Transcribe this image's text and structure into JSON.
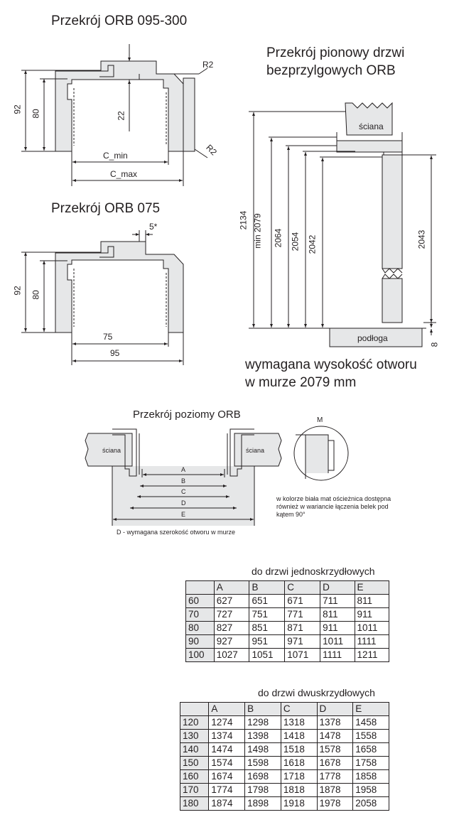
{
  "titles": {
    "orb095": "Przekrój ORB 095-300",
    "orb075": "Przekrój ORB 075",
    "vertical_line1": "Przekrój pionowy drzwi",
    "vertical_line2": "bezprzylgowych ORB",
    "horizontal": "Przekrój poziomy ORB"
  },
  "orb095": {
    "d92": "92",
    "d80": "80",
    "d22": "22",
    "r2a": "R2",
    "r2b": "R2",
    "cmin": "C_min",
    "cmax": "C_max"
  },
  "orb075": {
    "d92": "92",
    "d80": "80",
    "d5": "5*",
    "d75": "75",
    "d95": "95"
  },
  "vertical": {
    "wall": "ściana",
    "floor": "podłoga",
    "d2134": "2134",
    "d2079": "min 2079",
    "d2064": "2064",
    "d2054": "2054",
    "d2042": "2042",
    "d2043": "2043",
    "d8": "8",
    "required_line1": "wymagana wysokość otworu",
    "required_line2": "w murze 2079 mm"
  },
  "horizontal": {
    "wall_left": "ściana",
    "wall_right": "ściana",
    "A": "A",
    "B": "B",
    "C": "C",
    "D": "D",
    "E": "E",
    "note_d": "D - wymagana szerokość otworu w murze",
    "detail_label": "M",
    "note_line1": "w kolorze biała mat ościeżnica dostępna",
    "note_line2": "również w wariancie łączenia belek pod",
    "note_line3": "kątem 90°"
  },
  "single": {
    "caption": "do drzwi jednoskrzydłowych",
    "header": [
      "",
      "A",
      "B",
      "C",
      "D",
      "E"
    ],
    "rows": [
      [
        "60",
        "627",
        "651",
        "671",
        "711",
        "811"
      ],
      [
        "70",
        "727",
        "751",
        "771",
        "811",
        "911"
      ],
      [
        "80",
        "827",
        "851",
        "871",
        "911",
        "1011"
      ],
      [
        "90",
        "927",
        "951",
        "971",
        "1011",
        "1111"
      ],
      [
        "100",
        "1027",
        "1051",
        "1071",
        "1111",
        "1211"
      ]
    ]
  },
  "double": {
    "caption": "do drzwi dwuskrzydłowych",
    "header": [
      "",
      "A",
      "B",
      "C",
      "D",
      "E"
    ],
    "rows": [
      [
        "120",
        "1274",
        "1298",
        "1318",
        "1378",
        "1458"
      ],
      [
        "130",
        "1374",
        "1398",
        "1418",
        "1478",
        "1558"
      ],
      [
        "140",
        "1474",
        "1498",
        "1518",
        "1578",
        "1658"
      ],
      [
        "150",
        "1574",
        "1598",
        "1618",
        "1678",
        "1758"
      ],
      [
        "160",
        "1674",
        "1698",
        "1718",
        "1778",
        "1858"
      ],
      [
        "170",
        "1774",
        "1798",
        "1818",
        "1878",
        "1958"
      ],
      [
        "180",
        "1874",
        "1898",
        "1918",
        "1978",
        "2058"
      ]
    ]
  }
}
